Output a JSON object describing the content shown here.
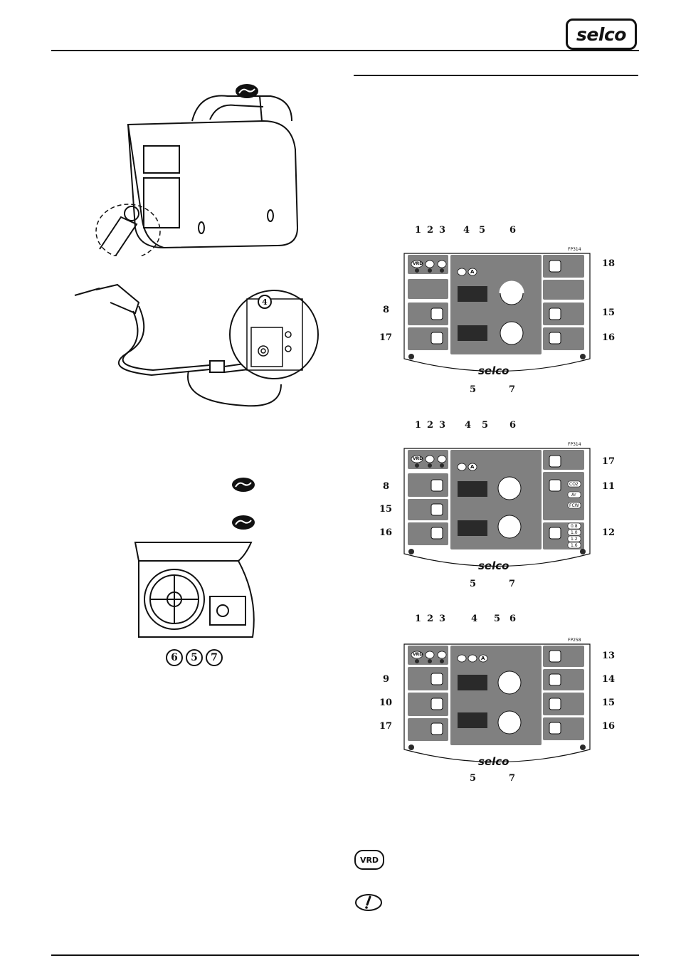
{
  "header": {
    "logo": "selco"
  },
  "figure_1": {
    "callout": "4"
  },
  "figure_2": {
    "callouts": [
      "6",
      "5",
      "7"
    ]
  },
  "panels": [
    {
      "model": "FP314",
      "top_labels": [
        "1",
        "2",
        "3",
        "4",
        "5",
        "6"
      ],
      "left_labels": [
        "8",
        "17"
      ],
      "right_labels": [
        "18",
        "15",
        "16"
      ],
      "bottom_labels": [
        "5",
        "7"
      ],
      "brand": "selco",
      "indicators": [
        "VRD",
        "A"
      ]
    },
    {
      "model": "FP314",
      "top_labels": [
        "1",
        "2",
        "3",
        "4",
        "5",
        "6"
      ],
      "left_labels": [
        "8",
        "15",
        "16"
      ],
      "right_labels": [
        "17",
        "11",
        "12"
      ],
      "bottom_labels": [
        "5",
        "7"
      ],
      "brand": "selco",
      "indicators": [
        "VRD",
        "A"
      ],
      "wire_sizes": [
        "0.8",
        "1.0",
        "1.2",
        "1.6"
      ],
      "gas_labels": [
        "CO2",
        "Ar",
        "FCW"
      ]
    },
    {
      "model": "FP258",
      "top_labels": [
        "1",
        "2",
        "3",
        "4",
        "5",
        "6"
      ],
      "left_labels": [
        "9",
        "10",
        "17"
      ],
      "right_labels": [
        "13",
        "14",
        "15",
        "16"
      ],
      "bottom_labels": [
        "5",
        "7"
      ],
      "brand": "selco",
      "indicators": [
        "VRD",
        "A"
      ]
    }
  ],
  "icons": {
    "vrd_badge": "VRD"
  }
}
